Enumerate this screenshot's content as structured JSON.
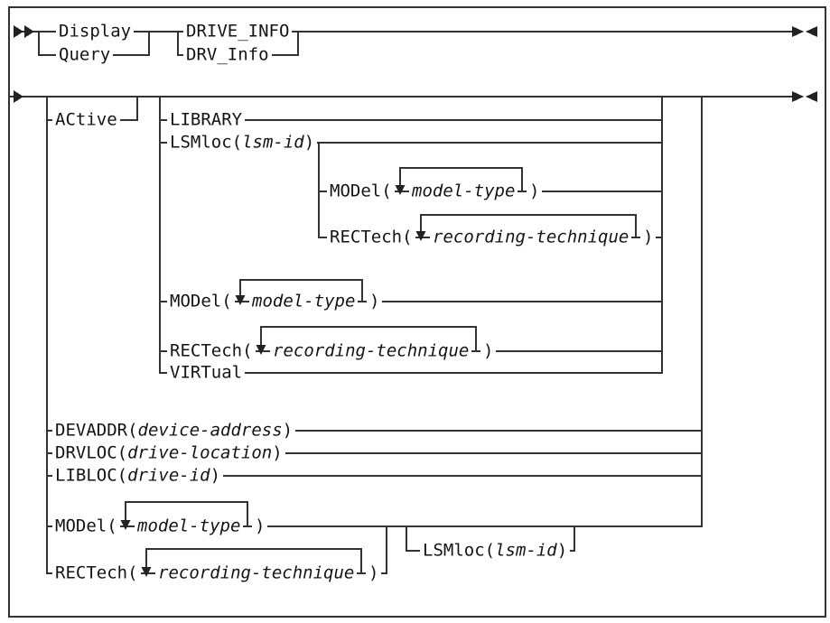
{
  "figure": {
    "type": "railroad-syntax-diagram",
    "colors": {
      "background": "#ffffff",
      "line": "#333333",
      "text": "#141414"
    },
    "icons": {
      "row1_start": "double-right-arrow",
      "row1_end": "right-left-arrow-pair",
      "row2_start": "right-arrow",
      "row2_end": "right-left-arrow-pair",
      "repeat": "down-arrow"
    }
  },
  "syntax": {
    "command": {
      "display": "Display",
      "query": "Query",
      "drive_info": "DRIVE_INFO",
      "drv_info": "DRV_Info"
    },
    "options": {
      "active": "ACtive",
      "library": "LIBRARY",
      "lsmloc": {
        "kw": "LSMloc(",
        "var": "lsm-id",
        "close": ")"
      },
      "lsm_model": {
        "kw": "MODel(",
        "var": "model-type",
        "close": ")"
      },
      "lsm_rectech": {
        "kw": "RECTech(",
        "var": "recording-technique",
        "close": ")"
      },
      "model": {
        "kw": "MODel(",
        "var": "model-type",
        "close": ")"
      },
      "rectech": {
        "kw": "RECTech(",
        "var": "recording-technique",
        "close": ")"
      },
      "virtual": "VIRTual",
      "devaddr": {
        "kw": "DEVADDR(",
        "var": "device-address",
        "close": ")"
      },
      "drvloc": {
        "kw": "DRVLOC(",
        "var": "drive-location",
        "close": ")"
      },
      "libloc": {
        "kw": "LIBLOC(",
        "var": "drive-id",
        "close": ")"
      },
      "model2": {
        "kw": "MODel(",
        "var": "model-type",
        "close": ")"
      },
      "rectech2": {
        "kw": "RECTech(",
        "var": "recording-technique",
        "close": ")"
      },
      "lsmloc2": {
        "kw": "LSMloc(",
        "var": "lsm-id",
        "close": ")"
      }
    }
  }
}
